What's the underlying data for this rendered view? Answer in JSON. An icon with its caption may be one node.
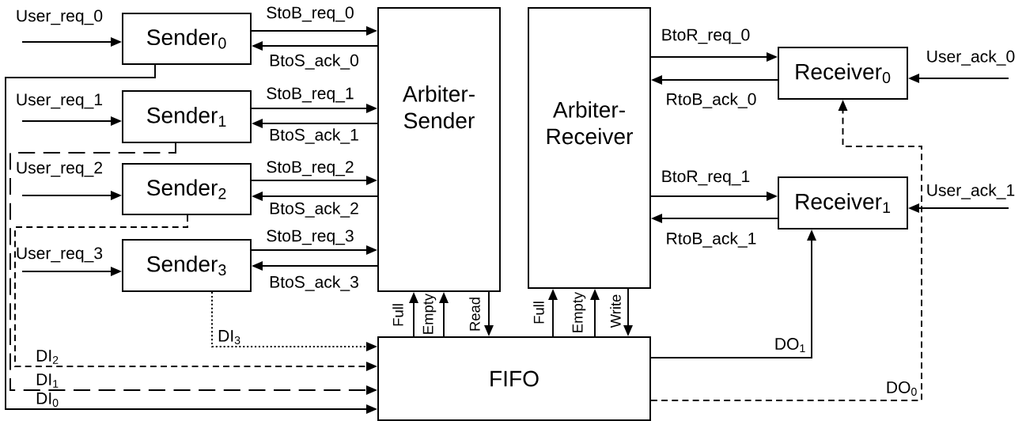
{
  "diagram": {
    "nodes": [
      {
        "text": [
          "Sender$_{0}$"
        ]
      },
      {
        "text": [
          "Sender$_{1}$"
        ]
      },
      {
        "text": [
          "Sender$_{2}$"
        ]
      },
      {
        "text": [
          "Sender$_{3}$"
        ]
      },
      {
        "text": [
          "Arbiter-Sender"
        ]
      },
      {
        "text": [
          "Arbiter-Receiver"
        ]
      },
      {
        "text": [
          "FIFO"
        ]
      },
      {
        "text": [
          "Receiver$_{0}$"
        ]
      },
      {
        "text": [
          "Receiver$_{1}$"
        ]
      }
    ],
    "edges": [
      {
        "from": null,
        "to": 0,
        "arrow": "to",
        "label": "User_req_0"
      },
      {
        "from": 0,
        "to": 4,
        "arrow": "to",
        "label": "StoB_req_0"
      },
      {
        "from": 4,
        "to": 0,
        "arrow": "to",
        "label": "BtoS_ack_0"
      },
      {
        "from": null,
        "to": 1,
        "arrow": "to",
        "label": "User_req_1"
      },
      {
        "from": 1,
        "to": 4,
        "arrow": "to",
        "label": "StoB_req_1"
      },
      {
        "from": 4,
        "to": 1,
        "arrow": "to",
        "label": "BtoS_ack_1"
      },
      {
        "from": null,
        "to": 2,
        "arrow": "to",
        "label": "User_req_2"
      },
      {
        "from": 2,
        "to": 4,
        "arrow": "to",
        "label": "StoB_req_2"
      },
      {
        "from": 4,
        "to": 2,
        "arrow": "to",
        "label": "BtoS_ack_2"
      },
      {
        "from": null,
        "to": 3,
        "arrow": "to",
        "label": "User_req_3"
      },
      {
        "from": 3,
        "to": 4,
        "arrow": "to",
        "label": "StoB_req_3"
      },
      {
        "from": 4,
        "to": 3,
        "arrow": "to",
        "label": "BtoS_ack_3"
      },
      {
        "from": 0,
        "to": 6,
        "arrow": "to",
        "label": "DI$_{0}$"
      },
      {
        "from": 1,
        "to": 6,
        "arrow": "to",
        "label": "DI$_{1}$",
        "style": "dashed"
      },
      {
        "from": 2,
        "to": 6,
        "arrow": "to",
        "label": "DI$_{2}$",
        "style": "dashed"
      },
      {
        "from": 3,
        "to": 6,
        "arrow": "to",
        "label": "DI$_{3}$",
        "style": "dashed"
      },
      {
        "from": 6,
        "to": 4,
        "arrow": "to",
        "label": "Full"
      },
      {
        "from": 6,
        "to": 4,
        "arrow": "to",
        "label": "Empty"
      },
      {
        "from": 4,
        "to": 6,
        "arrow": "to",
        "label": "Read"
      },
      {
        "from": 6,
        "to": 5,
        "arrow": "to",
        "label": "Full"
      },
      {
        "from": 6,
        "to": 5,
        "arrow": "to",
        "label": "Empty"
      },
      {
        "from": 5,
        "to": 6,
        "arrow": "to",
        "label": "Write"
      },
      {
        "from": 5,
        "to": 7,
        "arrow": "to",
        "label": "BtoR_req_0"
      },
      {
        "from": 7,
        "to": 5,
        "arrow": "to",
        "label": "RtoB_ack_0"
      },
      {
        "from": null,
        "to": 7,
        "arrow": "to",
        "label": "User_ack_0"
      },
      {
        "from": 5,
        "to": 8,
        "arrow": "to",
        "label": "BtoR_req_1"
      },
      {
        "from": 8,
        "to": 5,
        "arrow": "to",
        "label": "RtoB_ack_1"
      },
      {
        "from": null,
        "to": 8,
        "arrow": "to",
        "label": "User_ack_1"
      },
      {
        "from": 6,
        "to": 8,
        "arrow": "to",
        "label": "DO$_{1}$"
      },
      {
        "from": 6,
        "to": 7,
        "arrow": "to",
        "label": "DO$_{0}$",
        "style": "dashed"
      }
    ]
  }
}
